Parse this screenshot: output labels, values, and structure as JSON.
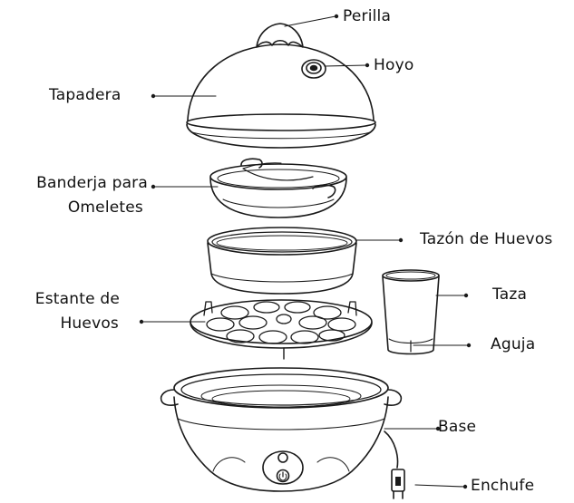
{
  "labels": {
    "perilla": "Perilla",
    "hoyo": "Hoyo",
    "tapadera": "Tapadera",
    "bandeja_line1": "Banderja para",
    "bandeja_line2": "Omeletes",
    "tazon": "Tazón de Huevos",
    "taza": "Taza",
    "estante_line1": "Estante de",
    "estante_line2": "Huevos",
    "aguja": "Aguja",
    "base": "Base",
    "enchufe": "Enchufe"
  }
}
